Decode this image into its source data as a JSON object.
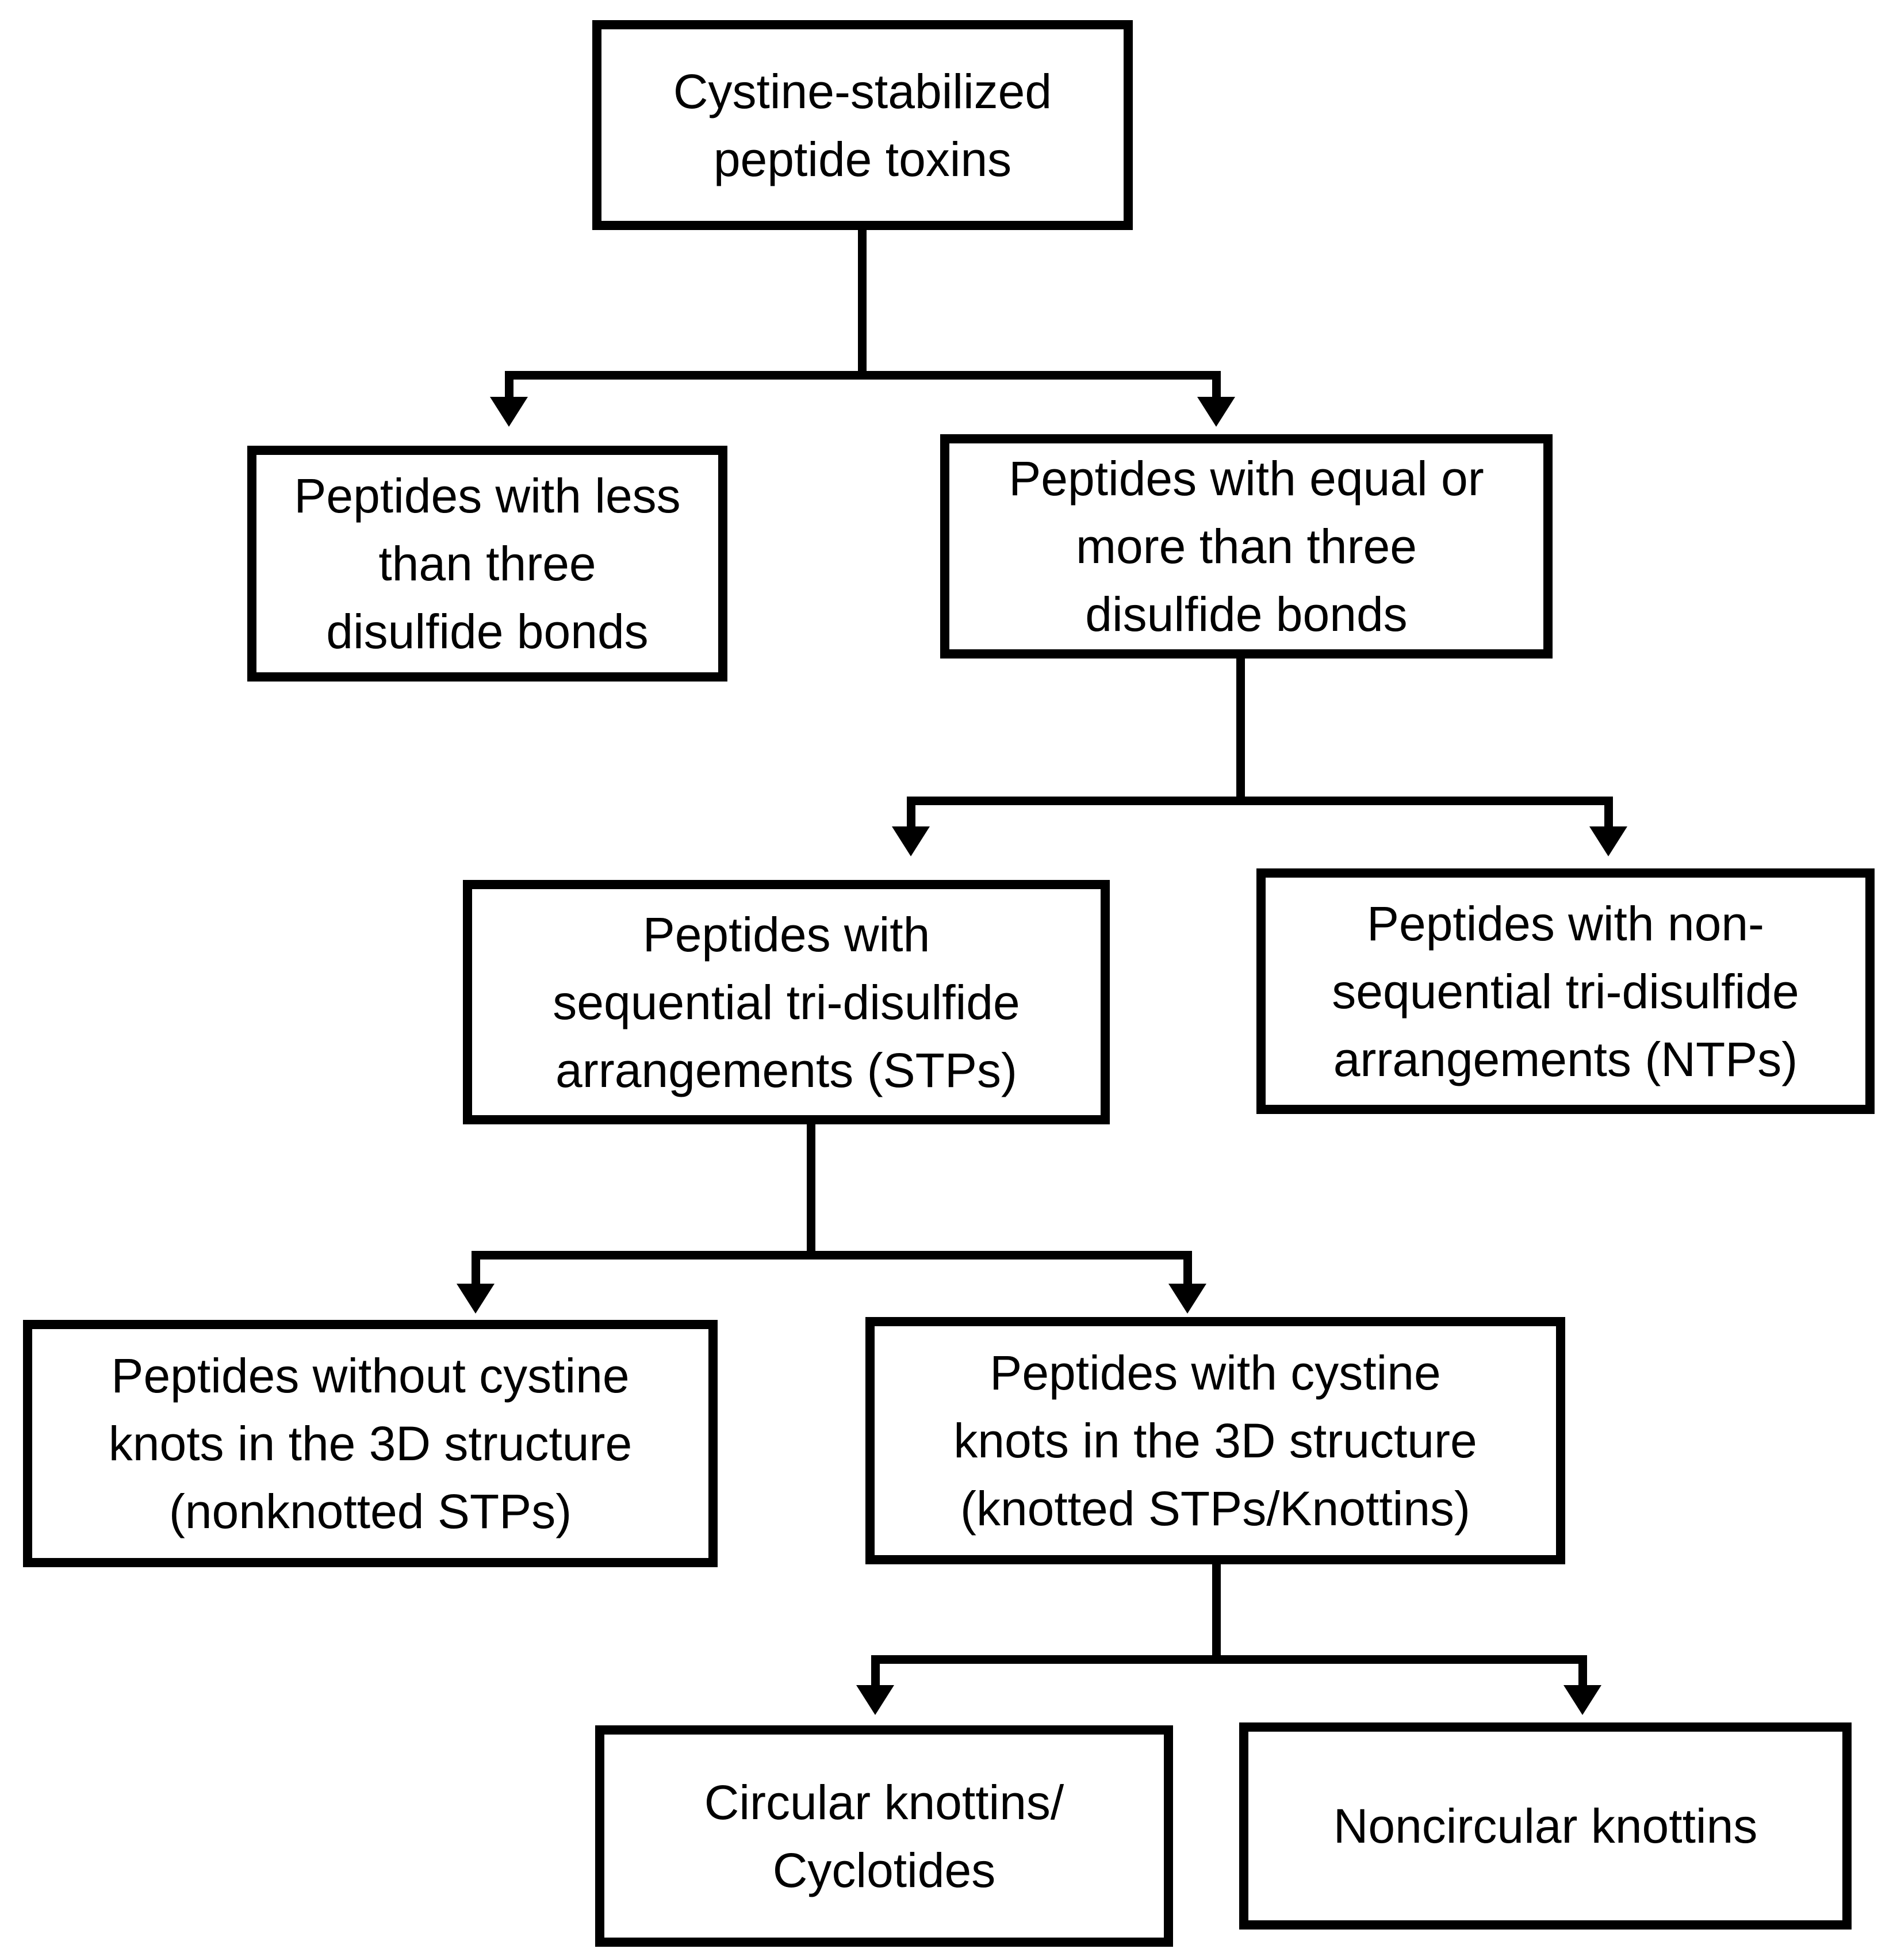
{
  "diagram": {
    "type": "flowchart",
    "colors": {
      "background": "#ffffff",
      "box_border": "#000000",
      "box_fill": "#ffffff",
      "line": "#000000",
      "text": "#000000"
    },
    "nodes": {
      "root": {
        "label": "Cystine-stabilized\npeptide toxins"
      },
      "lessThree": {
        "label": "Peptides with less\nthan three\ndisulfide bonds"
      },
      "equalOrMore": {
        "label": "Peptides with equal or\nmore than three\ndisulfide bonds"
      },
      "stp": {
        "label": "Peptides with\nsequential tri-disulfide\narrangements (STPs)"
      },
      "ntp": {
        "label": "Peptides with non-\nsequential tri-disulfide\narrangements (NTPs)"
      },
      "nonknotted": {
        "label": "Peptides without cystine\nknots in the 3D structure\n(nonknotted STPs)"
      },
      "knotted": {
        "label": "Peptides with cystine\nknots in the 3D structure\n(knotted STPs/Knottins)"
      },
      "circular": {
        "label": "Circular knottins/\nCyclotides"
      },
      "noncircular": {
        "label": "Noncircular knottins"
      }
    },
    "edges": [
      {
        "from": "root",
        "to": "lessThree"
      },
      {
        "from": "root",
        "to": "equalOrMore"
      },
      {
        "from": "equalOrMore",
        "to": "stp"
      },
      {
        "from": "equalOrMore",
        "to": "ntp"
      },
      {
        "from": "stp",
        "to": "nonknotted"
      },
      {
        "from": "stp",
        "to": "knotted"
      },
      {
        "from": "knotted",
        "to": "circular"
      },
      {
        "from": "knotted",
        "to": "noncircular"
      }
    ]
  }
}
